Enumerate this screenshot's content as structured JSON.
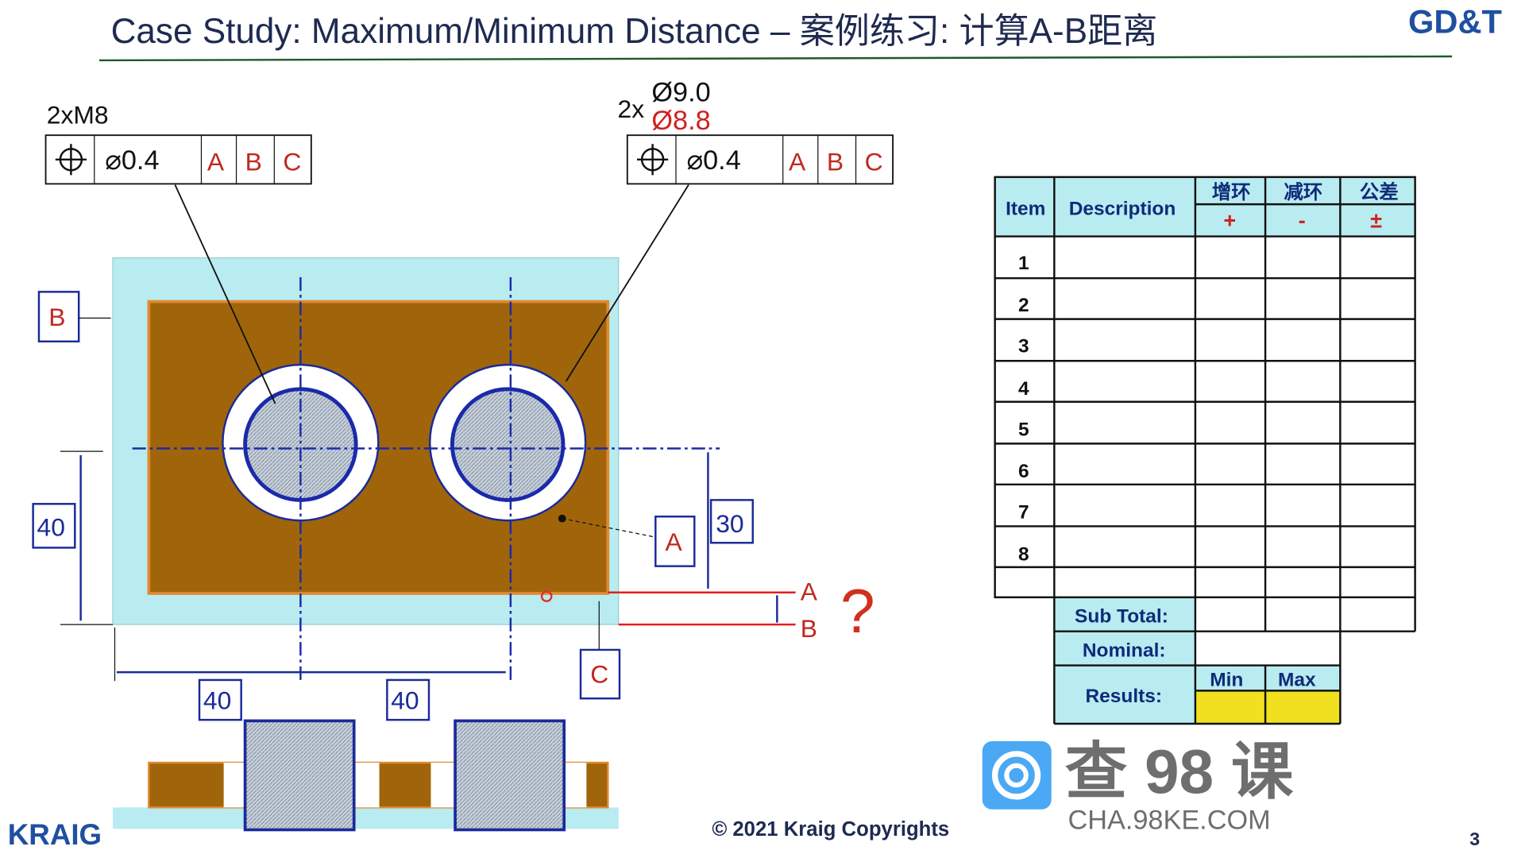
{
  "header": {
    "title": "Case Study: Maximum/Minimum Distance – 案例练习: 计算A-B距离",
    "logo": "GD&T"
  },
  "drawing": {
    "callout_left": {
      "note": "2xM8",
      "symbol": "position-icon",
      "tolerance": "⌀0.4",
      "datums": [
        "A",
        "B",
        "C"
      ]
    },
    "callout_right": {
      "qty": "2x",
      "dia_max": "Ø9.0",
      "dia_min": "Ø8.8",
      "symbol": "position-icon",
      "tolerance": "⌀0.4",
      "datums": [
        "A",
        "B",
        "C"
      ]
    },
    "datum_b": "B",
    "datum_a": "A",
    "datum_c": "C",
    "dim_left_40": "40",
    "dim_30": "30",
    "dim_bottom_1": "40",
    "dim_bottom_2": "40",
    "label_a": "A",
    "label_b": "B",
    "question": "?"
  },
  "watermark": {
    "chars": "查 98 课",
    "url": "CHA.98KE.COM"
  },
  "table": {
    "headers": {
      "item": "Item",
      "description": "Description",
      "increase": "增环",
      "decrease": "减环",
      "tolerance": "公差",
      "plus": "+",
      "minus": "-",
      "pm": "±"
    },
    "rows": [
      "1",
      "2",
      "3",
      "4",
      "5",
      "6",
      "7",
      "8",
      ""
    ],
    "subtotal": "Sub Total:",
    "nominal": "Nominal:",
    "results": "Results:",
    "min": "Min",
    "max": "Max"
  },
  "footer": {
    "brand": "KRAIG",
    "copyright": "© 2021 Kraig Copyrights",
    "page": "3"
  }
}
